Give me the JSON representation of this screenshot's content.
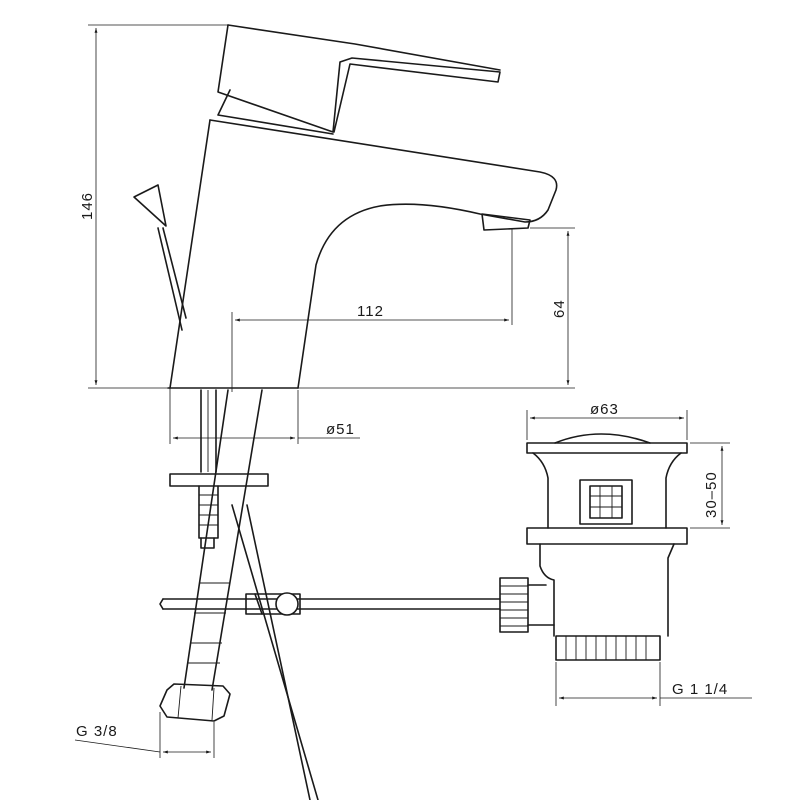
{
  "drawing": {
    "dim_height_total": "146",
    "dim_reach": "112",
    "dim_spout_height": "64",
    "dim_base_diameter": "ø51",
    "dim_waste_diameter": "ø63",
    "dim_waste_travel": "30–50",
    "dim_waste_thread": "G 1 1/4",
    "dim_supply_thread": "G 3/8"
  }
}
